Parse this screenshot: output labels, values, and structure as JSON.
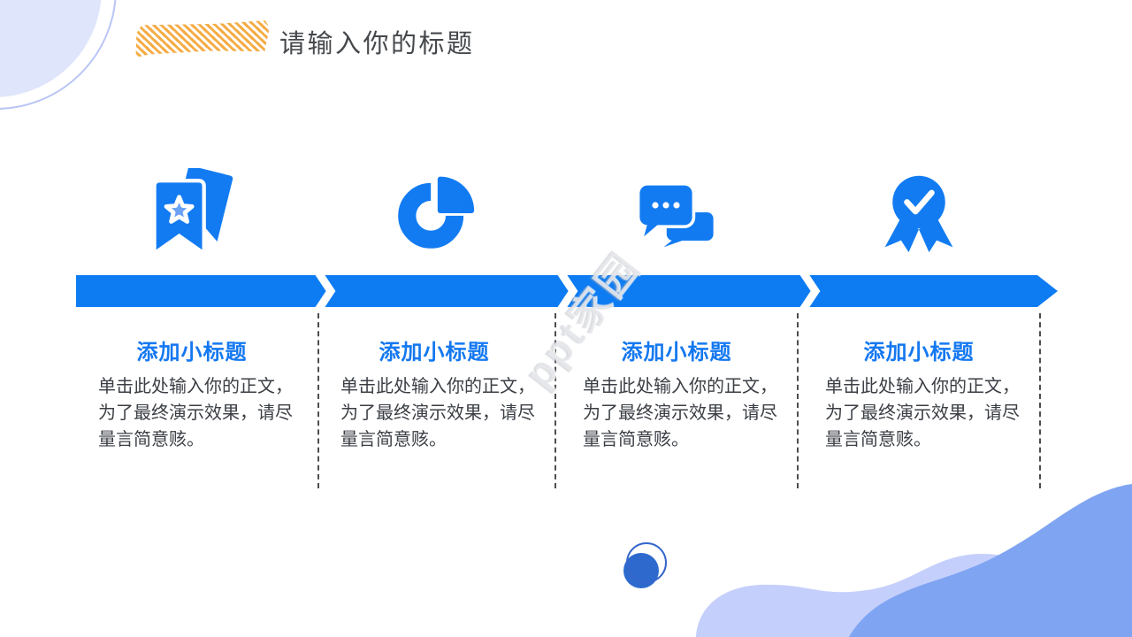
{
  "title": "请输入你的标题",
  "watermark": "ppt家园",
  "steps": [
    {
      "icon": "bookmark-star",
      "heading": "添加小标题",
      "body_lines": [
        "单击此处输入你的正文，",
        "为了最终演示效果，请尽",
        "量言简意赅。"
      ]
    },
    {
      "icon": "pie-chart",
      "heading": "添加小标题",
      "body_lines": [
        "单击此处输入你的正文，",
        "为了最终演示效果，请尽",
        "量言简意赅。"
      ]
    },
    {
      "icon": "chat-bubbles",
      "heading": "添加小标题",
      "body_lines": [
        "单击此处输入你的正文，",
        "为了最终演示效果，请尽",
        "量言简意赅。"
      ]
    },
    {
      "icon": "medal-check",
      "heading": "添加小标题",
      "body_lines": [
        "单击此处输入你的正文，",
        "为了最终演示效果，请尽",
        "量言简意赅。"
      ]
    }
  ],
  "colors": {
    "primary_blue": "#0d7cf2",
    "icon_blue": "#127bf2",
    "heading_blue": "#1478f0",
    "body_text": "#3b3f45",
    "title_text": "#45484c",
    "hatch_orange": "#f5ac45",
    "wave_light": "#c5cffb",
    "wave_dark": "#7fa4f2",
    "corner_circle_fill": "#dfe5fb",
    "corner_circle_ring": "#b9c5f6",
    "bottom_circle": "#2e6ace"
  }
}
